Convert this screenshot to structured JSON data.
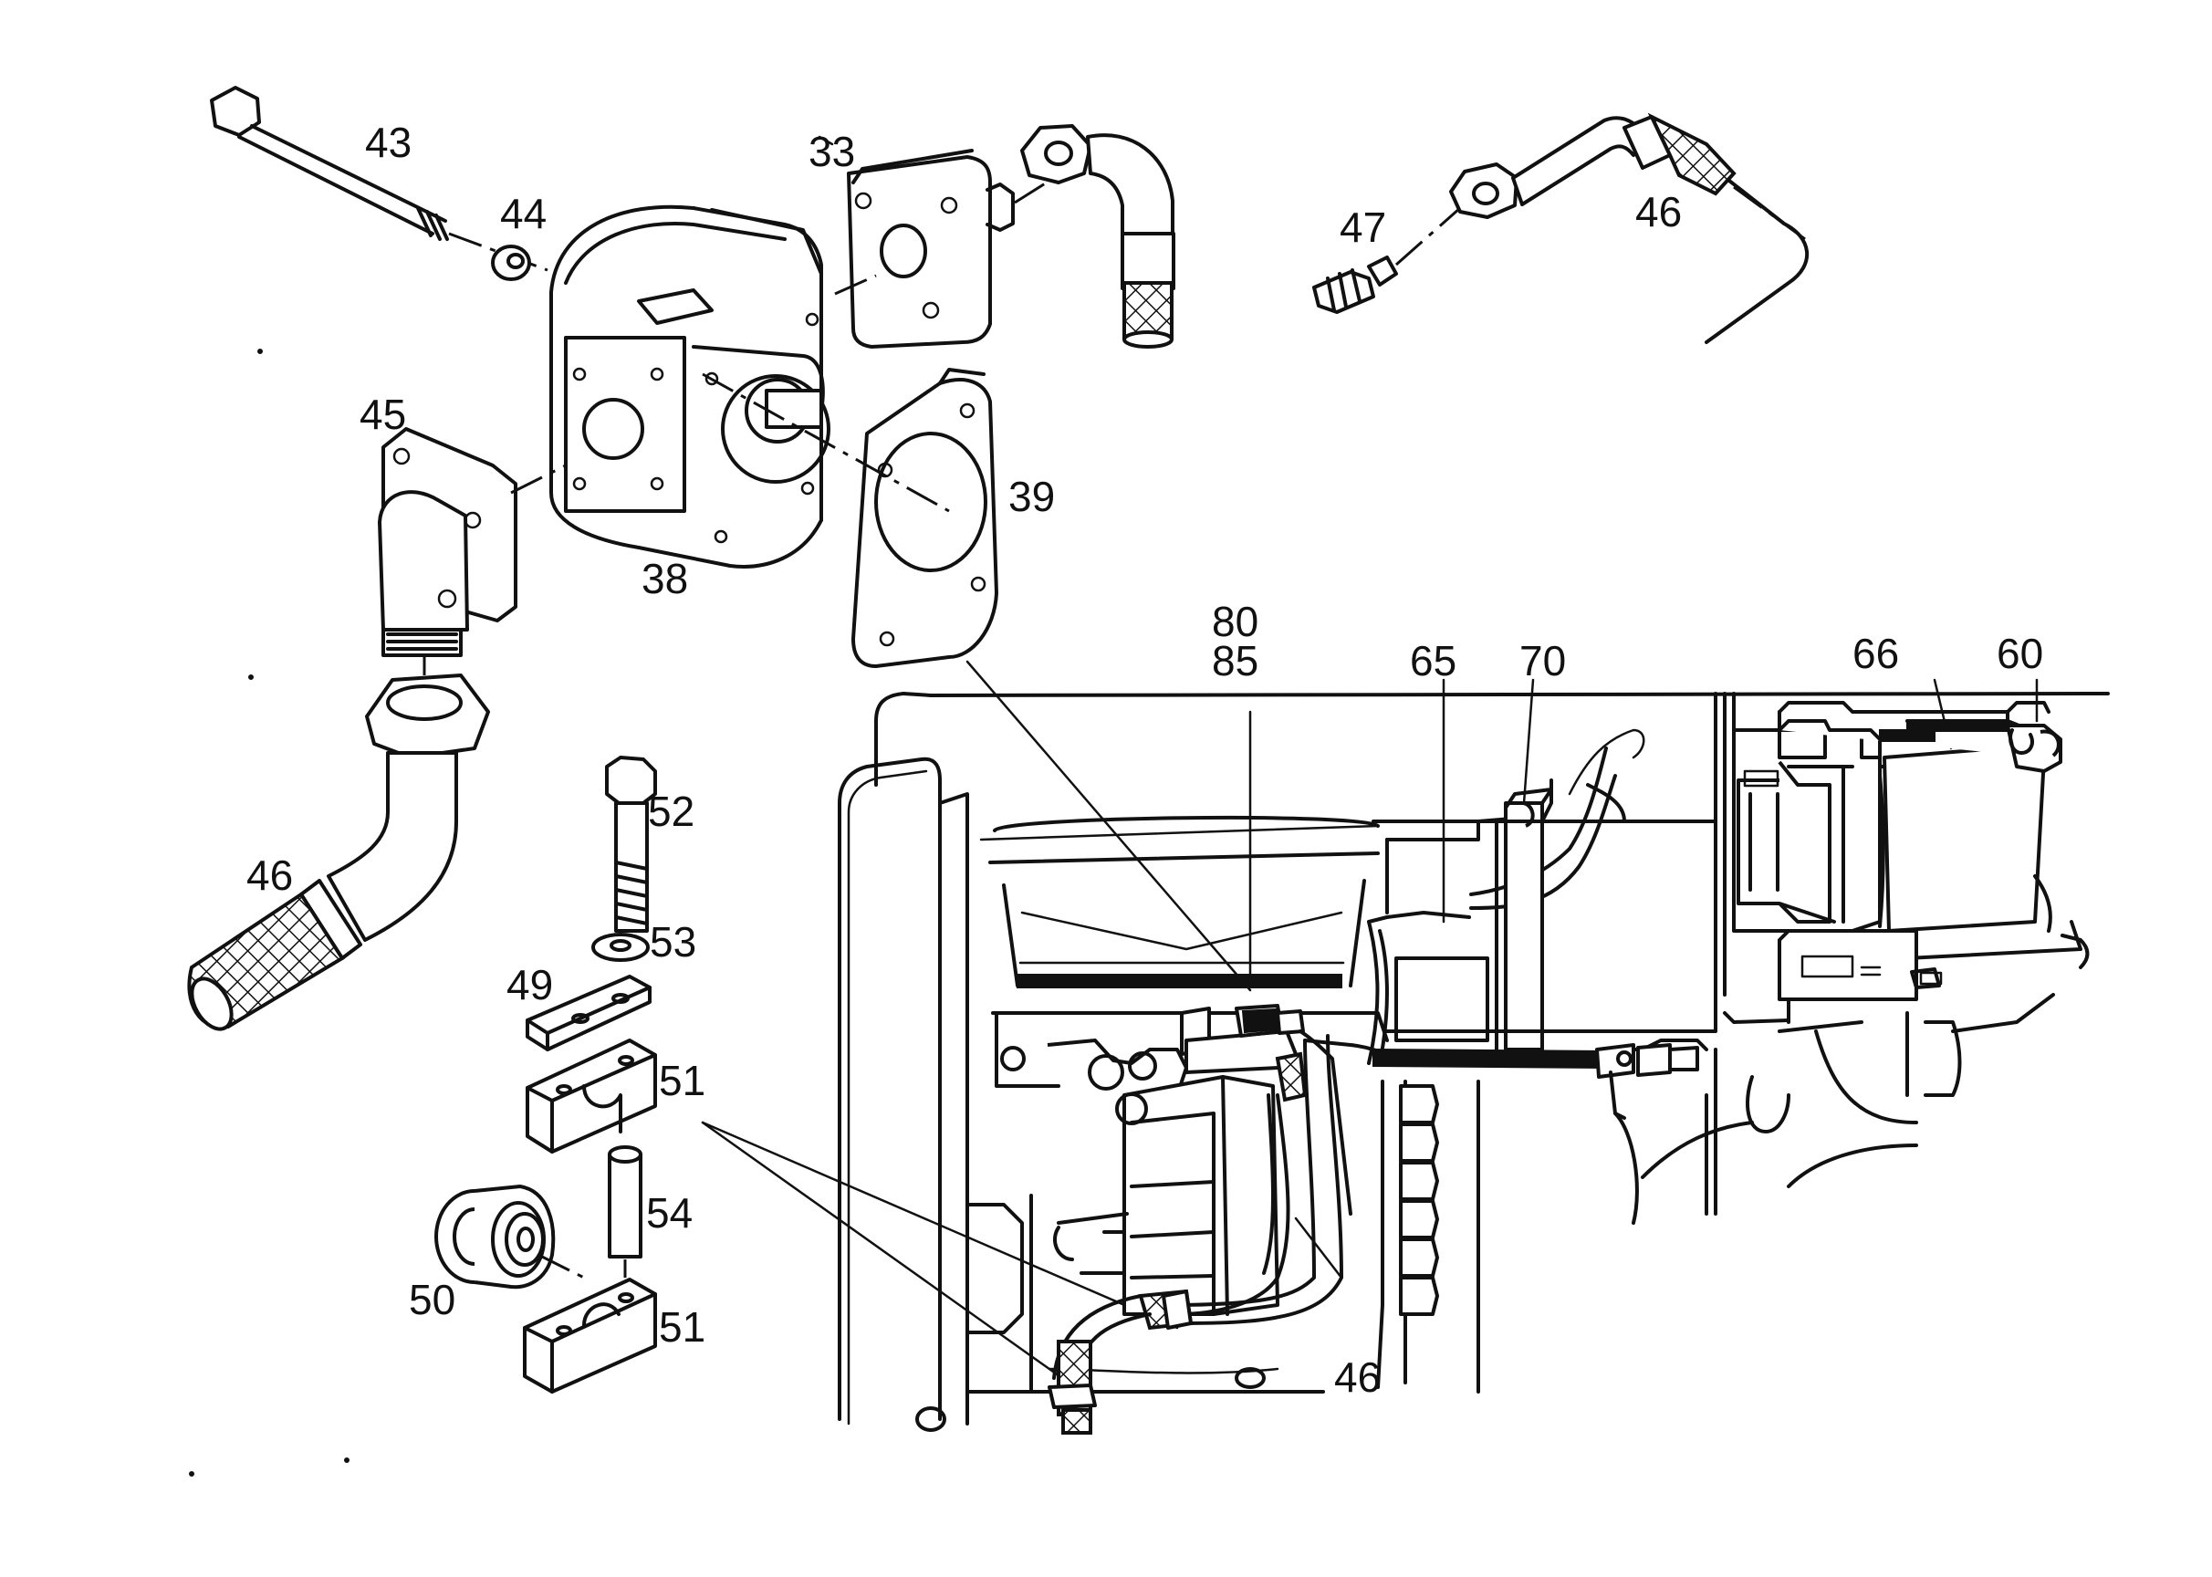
{
  "diagram": {
    "type": "exploded-parts-diagram",
    "labels": [
      {
        "id": "43",
        "text": "43"
      },
      {
        "id": "44",
        "text": "44"
      },
      {
        "id": "33",
        "text": "33"
      },
      {
        "id": "47",
        "text": "47"
      },
      {
        "id": "46a",
        "text": "46"
      },
      {
        "id": "45",
        "text": "45"
      },
      {
        "id": "39",
        "text": "39"
      },
      {
        "id": "38",
        "text": "38"
      },
      {
        "id": "80",
        "text": "80"
      },
      {
        "id": "85",
        "text": "85"
      },
      {
        "id": "65",
        "text": "65"
      },
      {
        "id": "70",
        "text": "70"
      },
      {
        "id": "66",
        "text": "66"
      },
      {
        "id": "60",
        "text": "60"
      },
      {
        "id": "52",
        "text": "52"
      },
      {
        "id": "53",
        "text": "53"
      },
      {
        "id": "49",
        "text": "49"
      },
      {
        "id": "51a",
        "text": "51"
      },
      {
        "id": "46b",
        "text": "46"
      },
      {
        "id": "54",
        "text": "54"
      },
      {
        "id": "50",
        "text": "50"
      },
      {
        "id": "51b",
        "text": "51"
      },
      {
        "id": "46c",
        "text": "46"
      }
    ]
  }
}
